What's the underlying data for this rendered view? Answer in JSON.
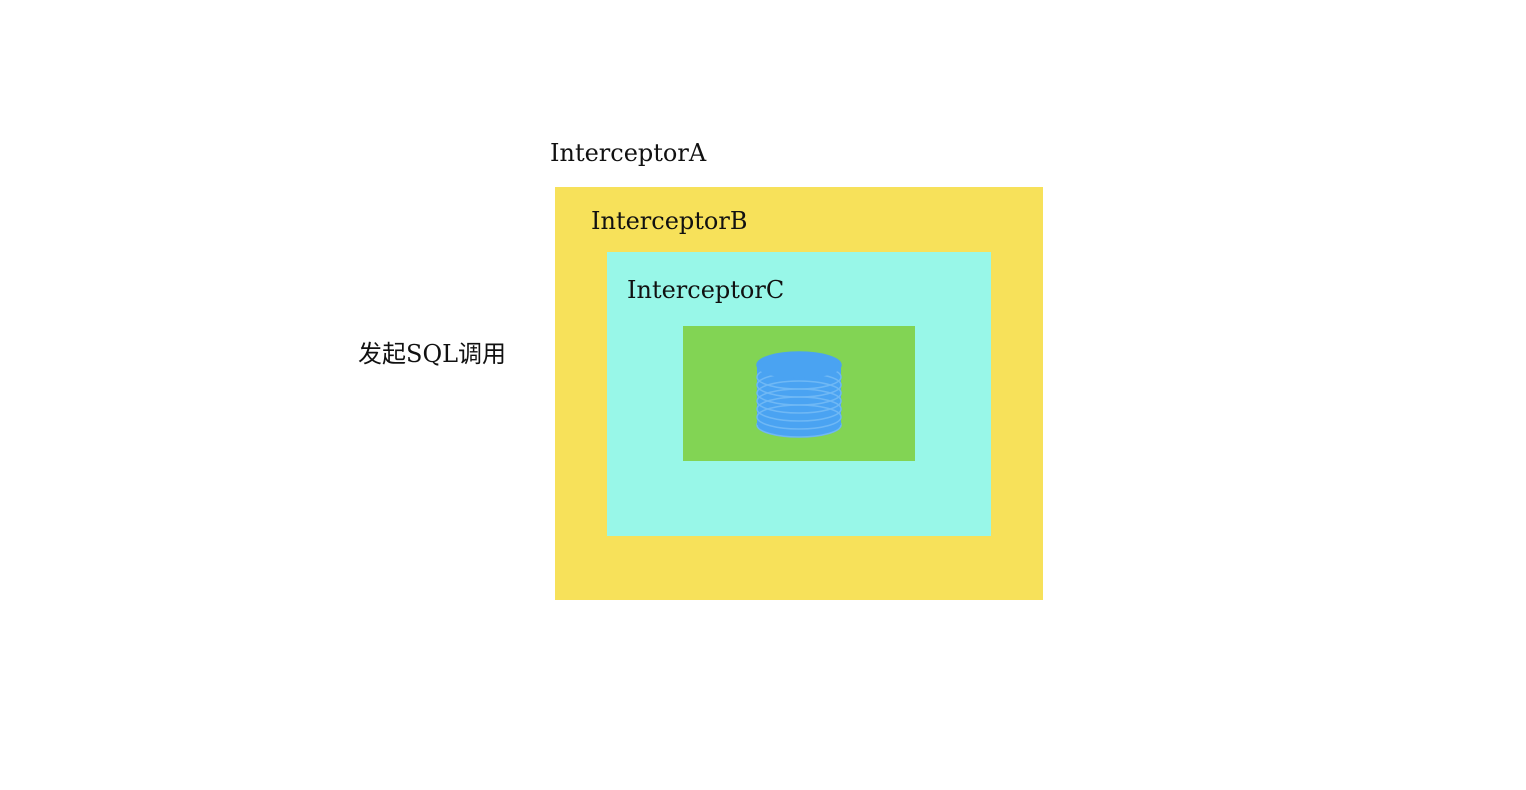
{
  "diagram": {
    "outer": {
      "label": "InterceptorA",
      "color": "#f7e15a"
    },
    "middle": {
      "label": "InterceptorB",
      "color": "#98f7e8"
    },
    "inner": {
      "label": "InterceptorC",
      "color": "#82d454"
    },
    "call_label": "发起SQL调用",
    "icon": "database-icon",
    "icon_color": "#4aa3f2"
  }
}
